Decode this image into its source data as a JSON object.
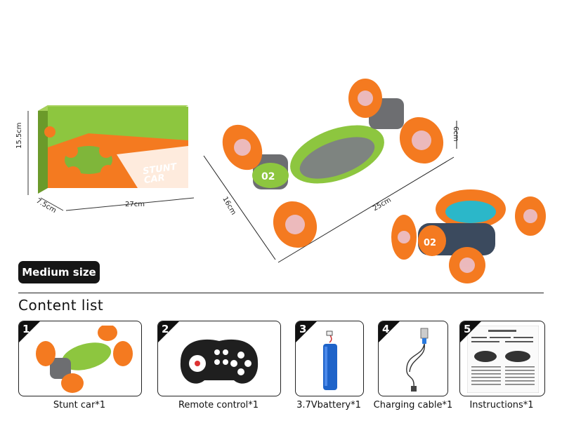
{
  "product_box": {
    "brand_text": "STUNT CAR",
    "dims": {
      "height": "15.5cm",
      "depth": "7.5cm",
      "width": "27cm"
    }
  },
  "main_car": {
    "dims": {
      "length": "25cm",
      "width": "16cm",
      "height": "6cm"
    },
    "number_label": "02"
  },
  "size_badge": "Medium size",
  "content_title": "Content  list",
  "items": [
    {
      "num": "1",
      "caption": "Stunt car*1"
    },
    {
      "num": "2",
      "caption": "Remote control*1"
    },
    {
      "num": "3",
      "caption": "3.7Vbattery*1"
    },
    {
      "num": "4",
      "caption": "Charging cable*1"
    },
    {
      "num": "5",
      "caption": "Instructions*1"
    }
  ],
  "colors": {
    "green": "#8dc63f",
    "orange": "#f47a20",
    "gray": "#6d6e71",
    "badge_bg": "#151515"
  }
}
